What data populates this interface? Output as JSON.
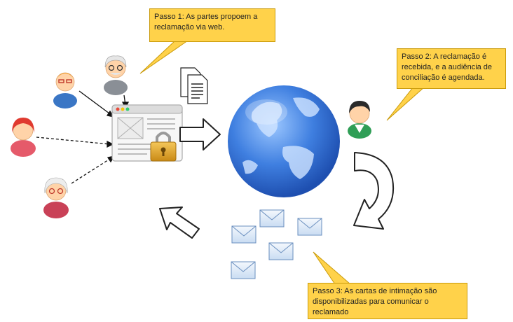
{
  "steps": {
    "step1": "Passo 1: As partes propoem a reclamação via web.",
    "step2": "Passo 2: A reclamação é recebida, e a audiência de conciliação é agendada.",
    "step3": "Passo 3: As cartas de intimação são disponibilizadas para comunicar o reclamado"
  },
  "colors": {
    "callout_fill": "#ffd24a",
    "globe_blue": "#3f7fe0",
    "envelope": "#dbe8f6",
    "lock_gold": "#e0a92d"
  },
  "icons": [
    "person-icon",
    "document-icon",
    "browser-window-icon",
    "lock-icon",
    "globe-icon",
    "envelope-icon",
    "arrow-icon"
  ]
}
